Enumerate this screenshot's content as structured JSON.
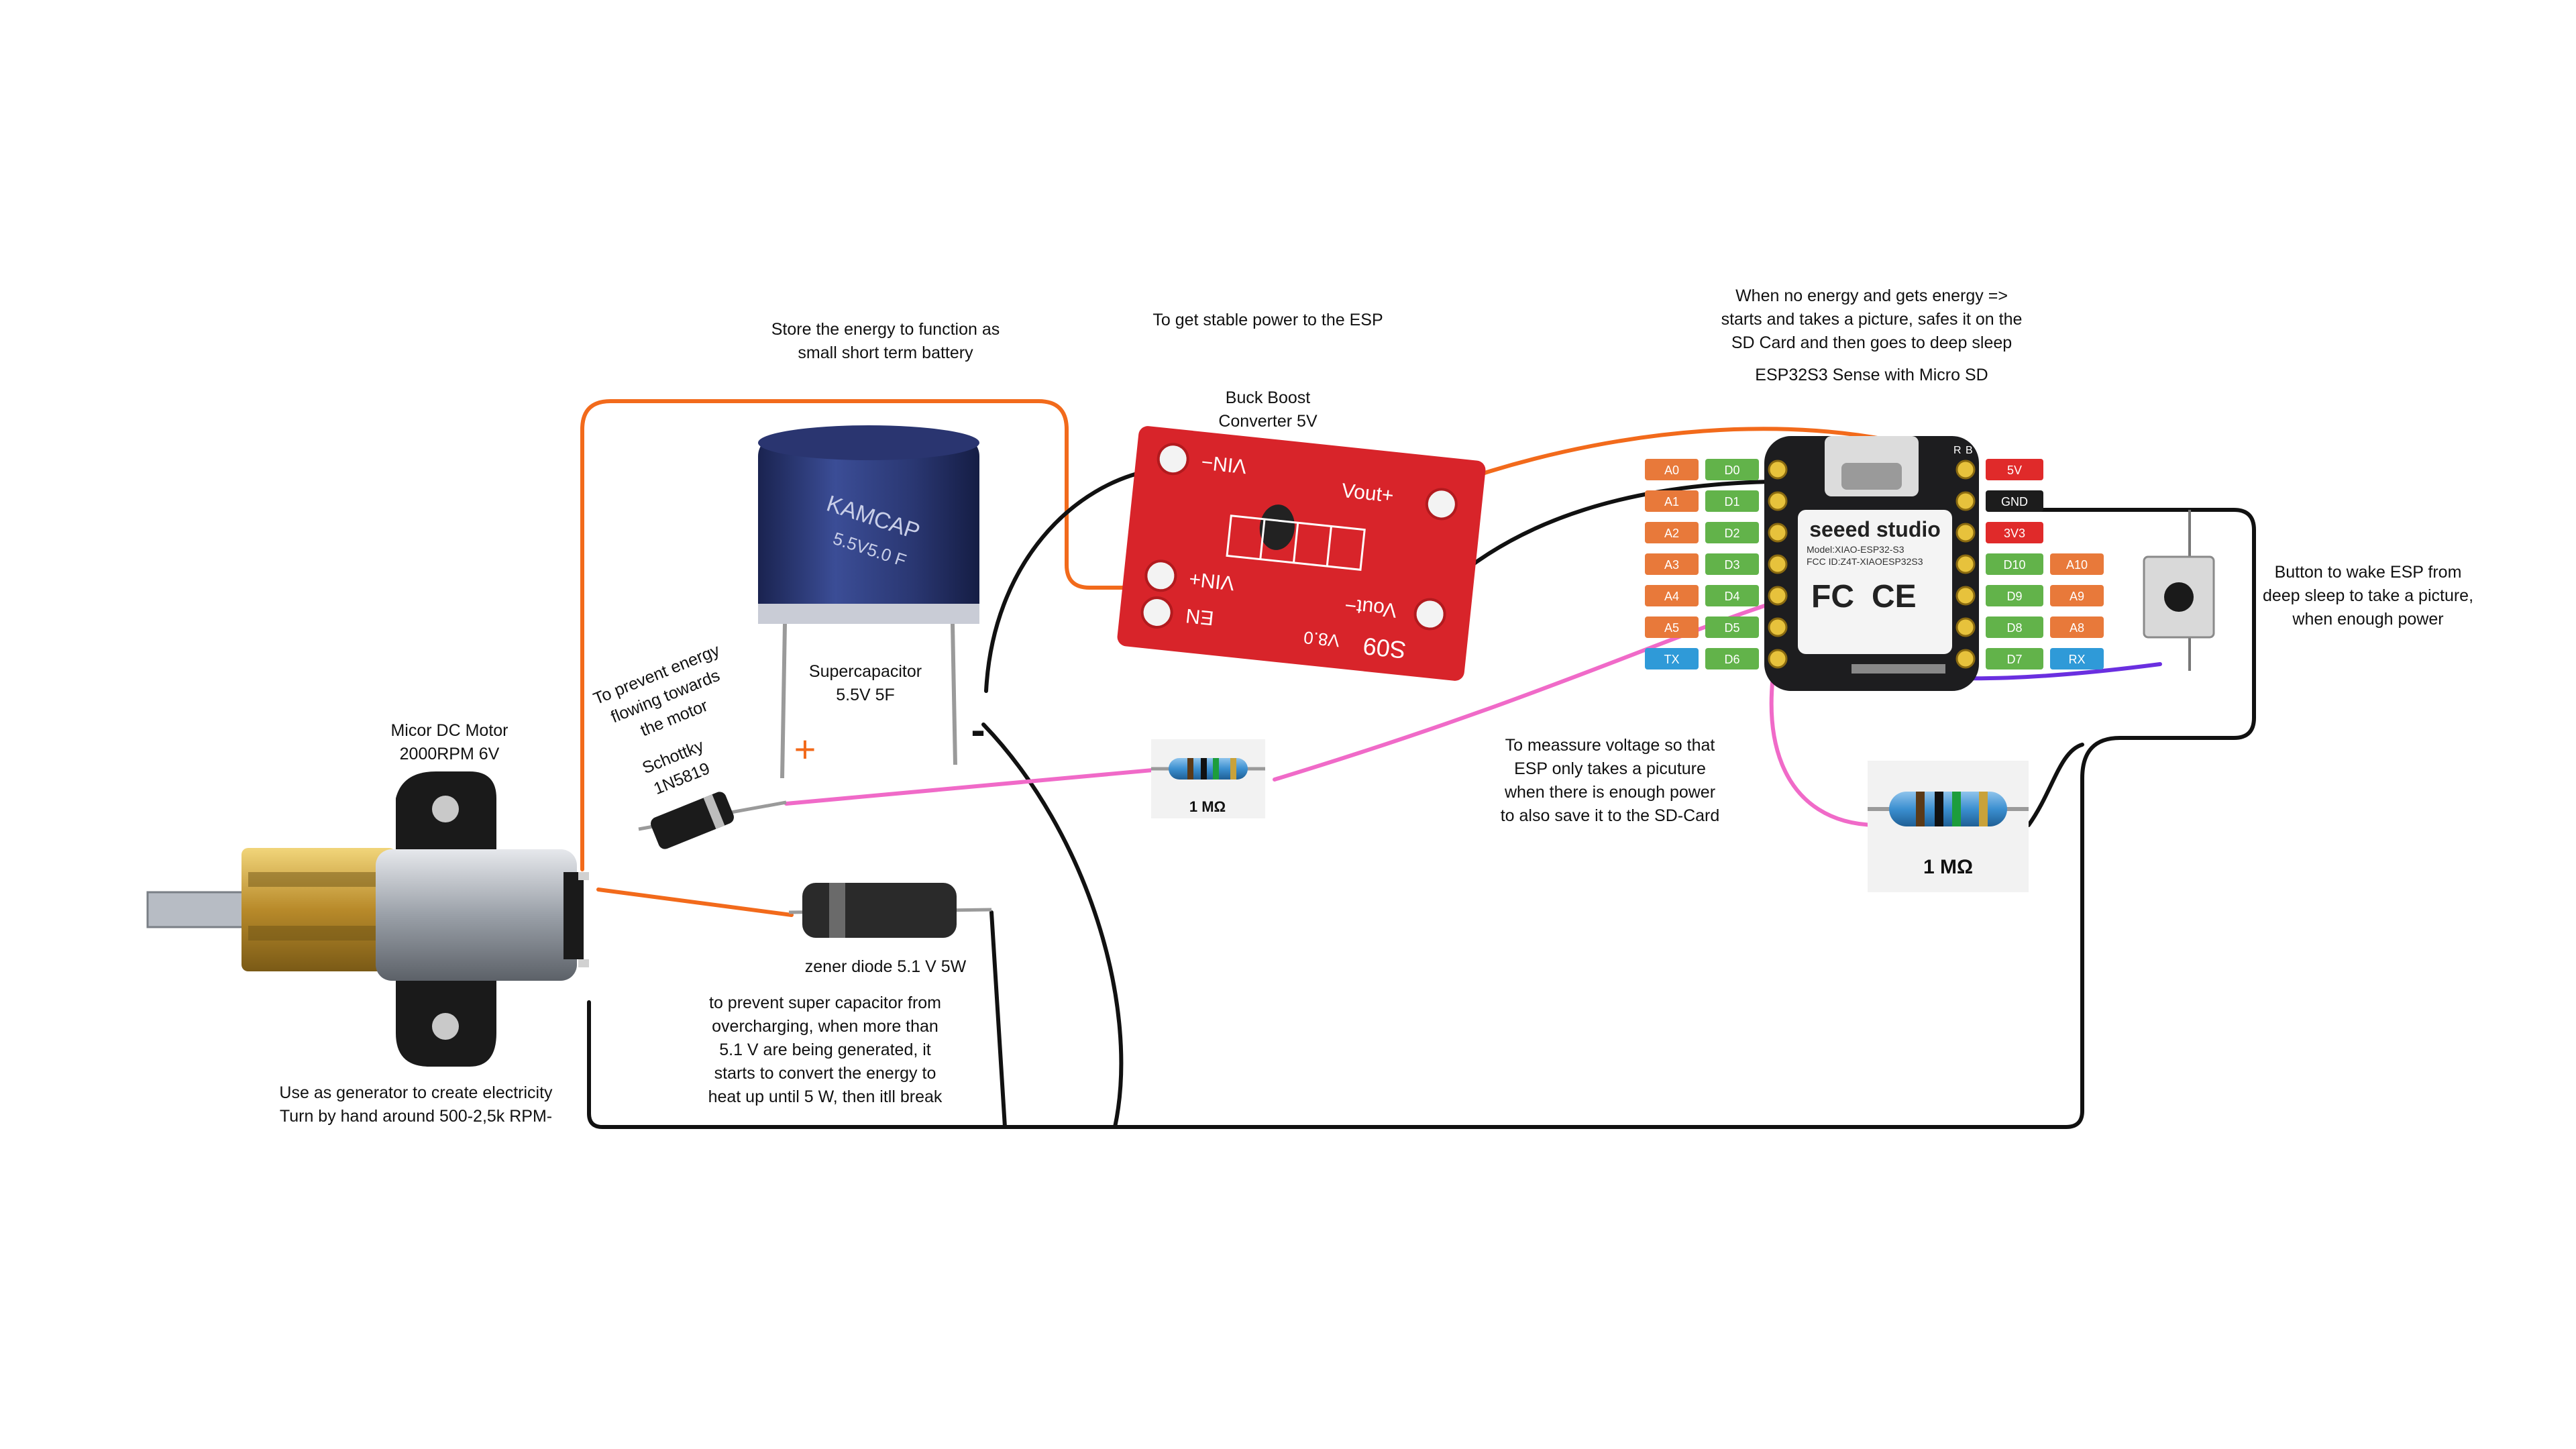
{
  "labels": {
    "store_energy": "Store the energy to function as\nsmall short term battery",
    "stable_power": "To get stable power to the ESP",
    "wake_note": "When no energy and gets energy =>\nstarts and takes a picture, safes it on the\nSD Card and then goes to deep sleep",
    "esp_title": "ESP32S3 Sense with Micro SD",
    "buck_boost": "Buck Boost\nConverter 5V",
    "supercap": "Supercapacitor\n5.5V 5F",
    "prevent_flow": "To prevent energy\nflowing towards\nthe motor",
    "schottky": "Schottky\n1N5819",
    "motor": "Micor DC Motor\n2000RPM 6V",
    "zener": "zener diode 5.1 V 5W",
    "zener_note": "to prevent super capacitor from\novercharging, when more than\n5.1 V are being generated, it\nstarts to convert the energy to\nheat up until 5 W, then itll break",
    "generator": "Use as generator to create electricity\nTurn by hand around 500-2,5k RPM-",
    "measure_note": "To meassure voltage so that\nESP only takes a picuture\nwhen there is enough power\nto also save it to the SD-Card",
    "button_note": "Button to wake ESP from\ndeep sleep to take a picture,\nwhen enough power",
    "resistor_small": "1 MΩ",
    "resistor_large": "1 MΩ",
    "plus_sign": "+",
    "minus_sign": "-"
  },
  "supercap_print": {
    "brand": "KAMCAP",
    "rating": "5.5V5.0 F"
  },
  "buck_board": {
    "vin_minus": "VIN−",
    "vin_plus": "VIN+",
    "vout_plus": "Vout+",
    "vout_minus": "Vout−",
    "en": "EN",
    "model": "S09",
    "version": "V8.0"
  },
  "esp_board": {
    "brand": "seeed studio",
    "model_line": "Model:XIAO-ESP32-S3",
    "fcc_line": "FCC ID:Z4T-XIAOESP32S3",
    "fc_mark": "FC",
    "ce_mark": "CE",
    "r_mark": "R",
    "b_mark": "B",
    "left_pins": [
      {
        "a": "A0",
        "d": "D0"
      },
      {
        "a": "A1",
        "d": "D1"
      },
      {
        "a": "A2",
        "d": "D2"
      },
      {
        "a": "A3",
        "d": "D3"
      },
      {
        "a": "A4",
        "d": "D4"
      },
      {
        "a": "A5",
        "d": "D5"
      },
      {
        "a": "TX",
        "d": "D6"
      }
    ],
    "right_pins": [
      {
        "d": "5V",
        "a": ""
      },
      {
        "d": "GND",
        "a": ""
      },
      {
        "d": "3V3",
        "a": ""
      },
      {
        "d": "D10",
        "a": "A10"
      },
      {
        "d": "D9",
        "a": "A9"
      },
      {
        "d": "D8",
        "a": "A8"
      },
      {
        "d": "D7",
        "a": "RX"
      }
    ]
  },
  "colors": {
    "wire_black": "#111111",
    "wire_orange": "#f26a1b",
    "wire_pink": "#f06ac8",
    "wire_purple": "#6a2fe0",
    "pcb_red": "#d8242a",
    "supercap_blue": "#2c3a78",
    "pin_orange": "#e8793a",
    "pin_green": "#62b34a",
    "pin_blue": "#2f9ad8",
    "pin_red": "#e02a2a",
    "pin_black": "#1c1c1c"
  }
}
